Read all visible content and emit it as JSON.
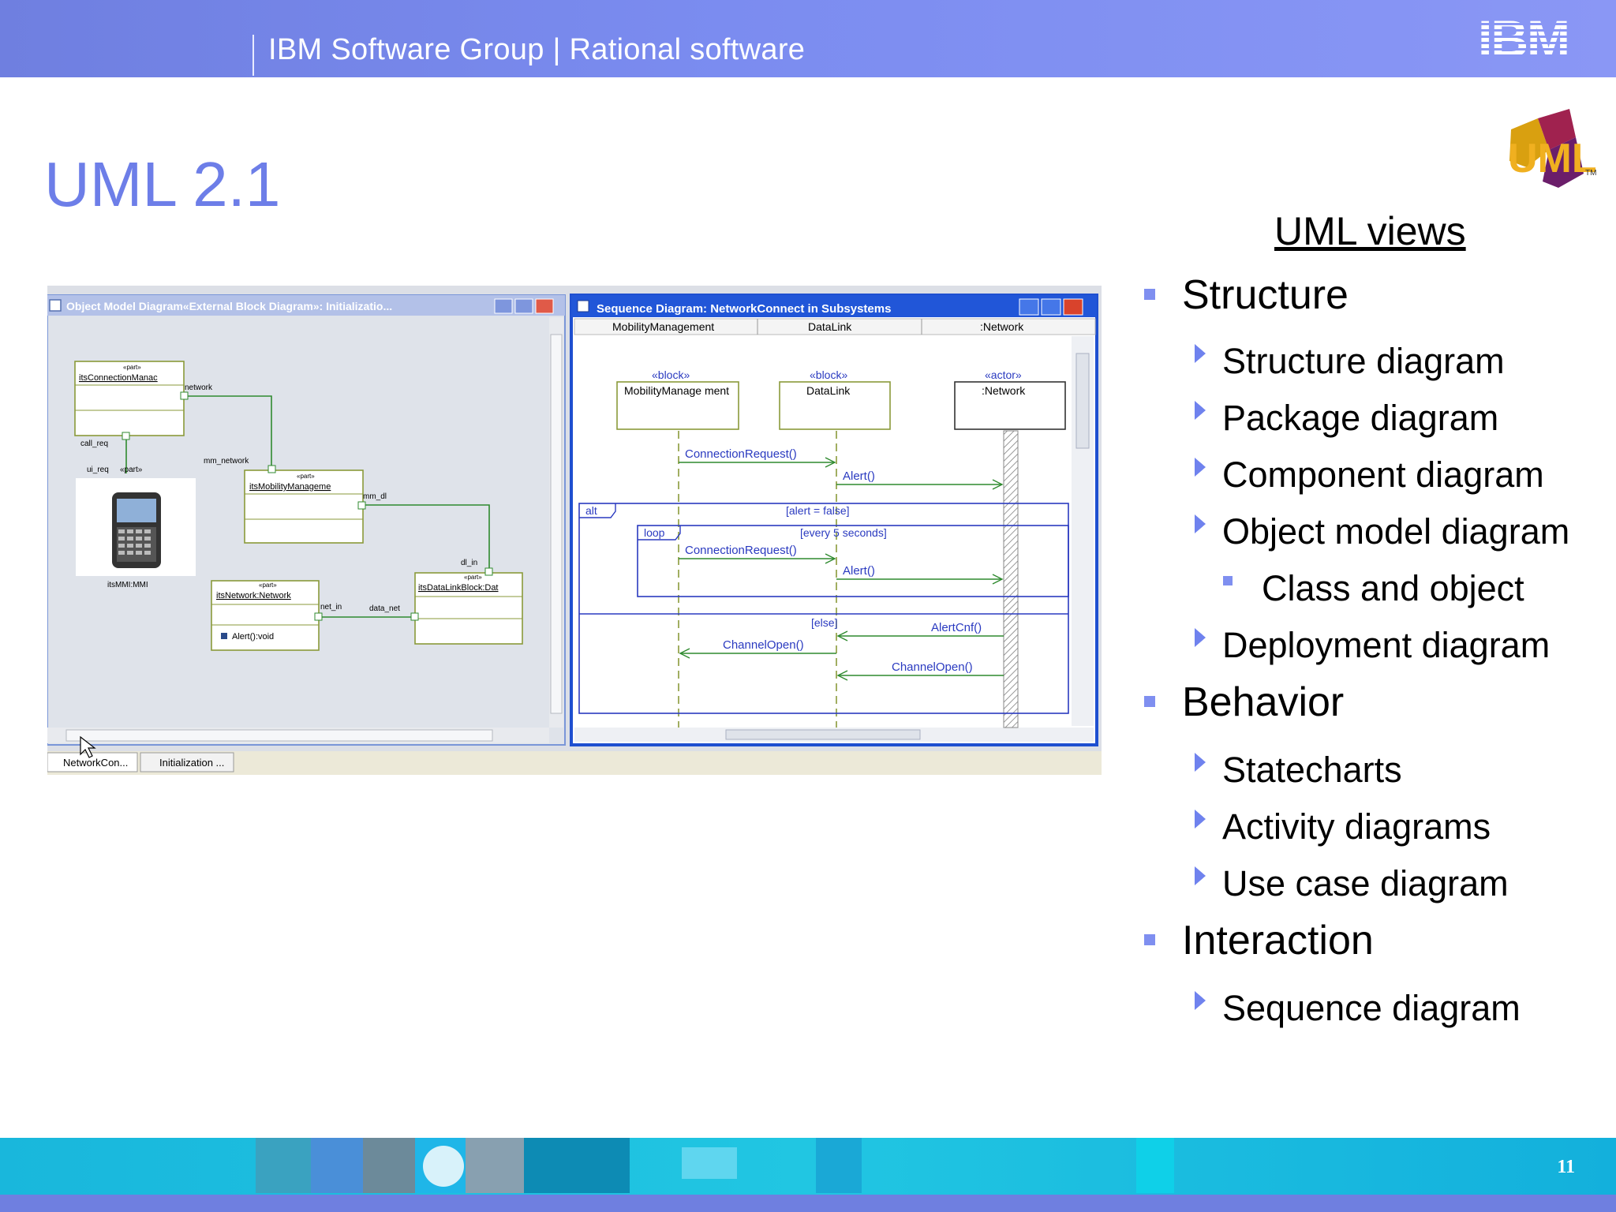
{
  "header": {
    "group": "IBM Software Group | Rational software",
    "logo": "IBM"
  },
  "title": "UML 2.1",
  "uml_logo": {
    "letters": "UML",
    "tm": "TM"
  },
  "screenshot": {
    "left_window": {
      "title": "Object Model Diagram«External Block Diagram»: Initializatio...",
      "parts": {
        "conn": {
          "stereo": "«part»",
          "name": "itsConnectionManac"
        },
        "mob": {
          "stereo": "«part»",
          "name": "itsMobilityManageme"
        },
        "net": {
          "stereo": "«part»",
          "name": "itsNetwork:Network",
          "op": "Alert():void"
        },
        "dl": {
          "stereo": "«part»",
          "name": "itsDataLinkBlock:Dat"
        },
        "mmi_label": "itsMMI:MMI"
      },
      "ports": {
        "network": "network",
        "call_req": "call_req",
        "ui_req": "ui_req",
        "part": "«part»",
        "mm_network": "mm_network",
        "mm_dl": "mm_dl",
        "dl_in": "dl_in",
        "net_in": "net_in",
        "data_net": "data_net"
      },
      "tabs": [
        "NetworkCon...",
        "Initialization ..."
      ]
    },
    "right_window": {
      "title": "Sequence Diagram: NetworkConnect in Subsystems",
      "columns": [
        "MobilityManagement",
        "DataLink",
        ":Network"
      ],
      "lifelines": [
        {
          "stereo": "«block»",
          "name": "MobilityManage ment"
        },
        {
          "stereo": "«block»",
          "name": "DataLink"
        },
        {
          "stereo": "«actor»",
          "name": ":Network"
        }
      ],
      "messages": {
        "m1": "ConnectionRequest()",
        "m2": "Alert()",
        "m3": "ConnectionRequest()",
        "m4": "Alert()",
        "m5": "AlertCnf()",
        "m6": "ChannelOpen()",
        "m7": "ChannelOpen()"
      },
      "fragments": {
        "alt": "alt",
        "alt_guard": "[alert = false]",
        "loop": "loop",
        "loop_guard": "[every 5 seconds]",
        "else": "[else]"
      }
    }
  },
  "right_panel": {
    "heading": "UML views",
    "items": [
      {
        "level": 1,
        "text": "Structure"
      },
      {
        "level": 2,
        "text": "Structure diagram"
      },
      {
        "level": 2,
        "text": "Package diagram"
      },
      {
        "level": 2,
        "text": "Component diagram"
      },
      {
        "level": 2,
        "text": "Object model diagram"
      },
      {
        "level": 3,
        "text": "Class and object"
      },
      {
        "level": 2,
        "text": "Deployment diagram"
      },
      {
        "level": 1,
        "text": "Behavior"
      },
      {
        "level": 2,
        "text": "Statecharts"
      },
      {
        "level": 2,
        "text": "Activity diagrams"
      },
      {
        "level": 2,
        "text": "Use case diagram"
      },
      {
        "level": 1,
        "text": "Interaction"
      },
      {
        "level": 2,
        "text": "Sequence diagram"
      }
    ]
  },
  "page_number": "11",
  "colors": {
    "header": "#7b8cf0",
    "title": "#6d7ee8",
    "footer": "#21c6e2",
    "bullet": "#7f8ff0"
  }
}
